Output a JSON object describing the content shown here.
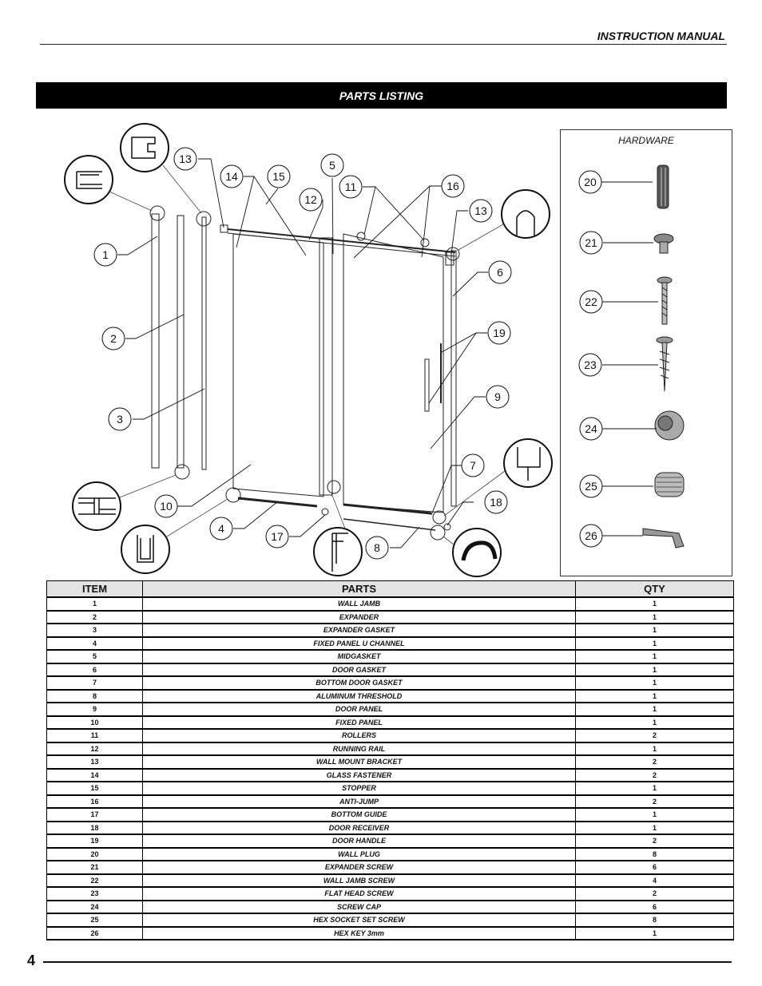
{
  "header": {
    "title": "INSTRUCTION MANUAL"
  },
  "section": {
    "title": "PARTS LISTING"
  },
  "hardware": {
    "title": "HARDWARE"
  },
  "callouts": [
    "1",
    "2",
    "3",
    "4",
    "5",
    "6",
    "7",
    "8",
    "9",
    "10",
    "11",
    "12",
    "13",
    "14",
    "15",
    "16",
    "17",
    "18",
    "19",
    "20",
    "21",
    "22",
    "23",
    "24",
    "25",
    "26"
  ],
  "table": {
    "headers": {
      "item": "ITEM",
      "parts": "PARTS",
      "qty": "QTY"
    },
    "rows": [
      {
        "item": "1",
        "part": "WALL JAMB",
        "qty": "1"
      },
      {
        "item": "2",
        "part": "EXPANDER",
        "qty": "1"
      },
      {
        "item": "3",
        "part": "EXPANDER GASKET",
        "qty": "1"
      },
      {
        "item": "4",
        "part": "FIXED PANEL U CHANNEL",
        "qty": "1"
      },
      {
        "item": "5",
        "part": "MIDGASKET",
        "qty": "1"
      },
      {
        "item": "6",
        "part": "DOOR  GASKET",
        "qty": "1"
      },
      {
        "item": "7",
        "part": "BOTTOM DOOR GASKET",
        "qty": "1"
      },
      {
        "item": "8",
        "part": "ALUMINUM THRESHOLD",
        "qty": "1"
      },
      {
        "item": "9",
        "part": "DOOR PANEL",
        "qty": "1"
      },
      {
        "item": "10",
        "part": "FIXED PANEL",
        "qty": "1"
      },
      {
        "item": "11",
        "part": "ROLLERS",
        "qty": "2"
      },
      {
        "item": "12",
        "part": "RUNNING RAIL",
        "qty": "1"
      },
      {
        "item": "13",
        "part": "WALL MOUNT BRACKET",
        "qty": "2"
      },
      {
        "item": "14",
        "part": "GLASS FASTENER",
        "qty": "2"
      },
      {
        "item": "15",
        "part": "STOPPER",
        "qty": "1"
      },
      {
        "item": "16",
        "part": "ANTI-JUMP",
        "qty": "2"
      },
      {
        "item": "17",
        "part": "BOTTOM GUIDE",
        "qty": "1"
      },
      {
        "item": "18",
        "part": "DOOR RECEIVER",
        "qty": "1"
      },
      {
        "item": "19",
        "part": "DOOR HANDLE",
        "qty": "2"
      },
      {
        "item": "20",
        "part": "WALL PLUG",
        "qty": "8"
      },
      {
        "item": "21",
        "part": "EXPANDER SCREW",
        "qty": "6"
      },
      {
        "item": "22",
        "part": "WALL JAMB SCREW",
        "qty": "4"
      },
      {
        "item": "23",
        "part": "FLAT HEAD SCREW",
        "qty": "2"
      },
      {
        "item": "24",
        "part": "SCREW CAP",
        "qty": "6"
      },
      {
        "item": "25",
        "part": "HEX SOCKET SET SCREW",
        "qty": "8"
      },
      {
        "item": "26",
        "part": "HEX KEY 3mm",
        "qty": "1"
      }
    ]
  },
  "footer": {
    "page_number": "4"
  }
}
